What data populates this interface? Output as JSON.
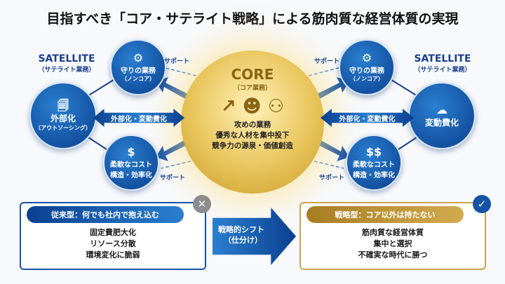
{
  "title": "目指すべき「コア・サテライト戦略」による筋肉質な経営体質の実現",
  "satellite_label": {
    "en": "SATELLITE",
    "jp": "（サテライト業務）"
  },
  "core": {
    "title": "CORE",
    "subtitle": "（コア業務）",
    "lines": [
      "攻めの業務",
      "優秀な人材を集中投下",
      "競争力の源泉・価値創造"
    ]
  },
  "left": {
    "defense": {
      "title": "守りの業務",
      "sub": "（ノンコア）"
    },
    "outsource": {
      "title": "外部化",
      "sub": "（アウトソーシング）"
    },
    "cost": {
      "title": "柔軟なコスト",
      "sub": "構造・効率化"
    }
  },
  "right": {
    "defense": {
      "title": "守りの業務",
      "sub": "（ノンコア）"
    },
    "variable": {
      "title": "変動費化"
    },
    "cost": {
      "title": "柔軟なコスト",
      "sub": "構造・効率化"
    }
  },
  "arrow_label": "外部化・変動費化",
  "support": "サポート",
  "old": {
    "header": "従来型：何でも社内で抱え込む",
    "lines": [
      "固定費肥大化",
      "リソース分散",
      "環境変化に脆弱"
    ]
  },
  "shift": {
    "line1": "戦略的シフト",
    "line2": "（仕分け）"
  },
  "new": {
    "header": "戦略型：コア以外は持たない",
    "lines": [
      "筋肉質な経営体質",
      "集中と選択",
      "不確実な時代に勝つ"
    ]
  },
  "colors": {
    "blue": "#0b3f8f",
    "gold": "#b8902e"
  }
}
